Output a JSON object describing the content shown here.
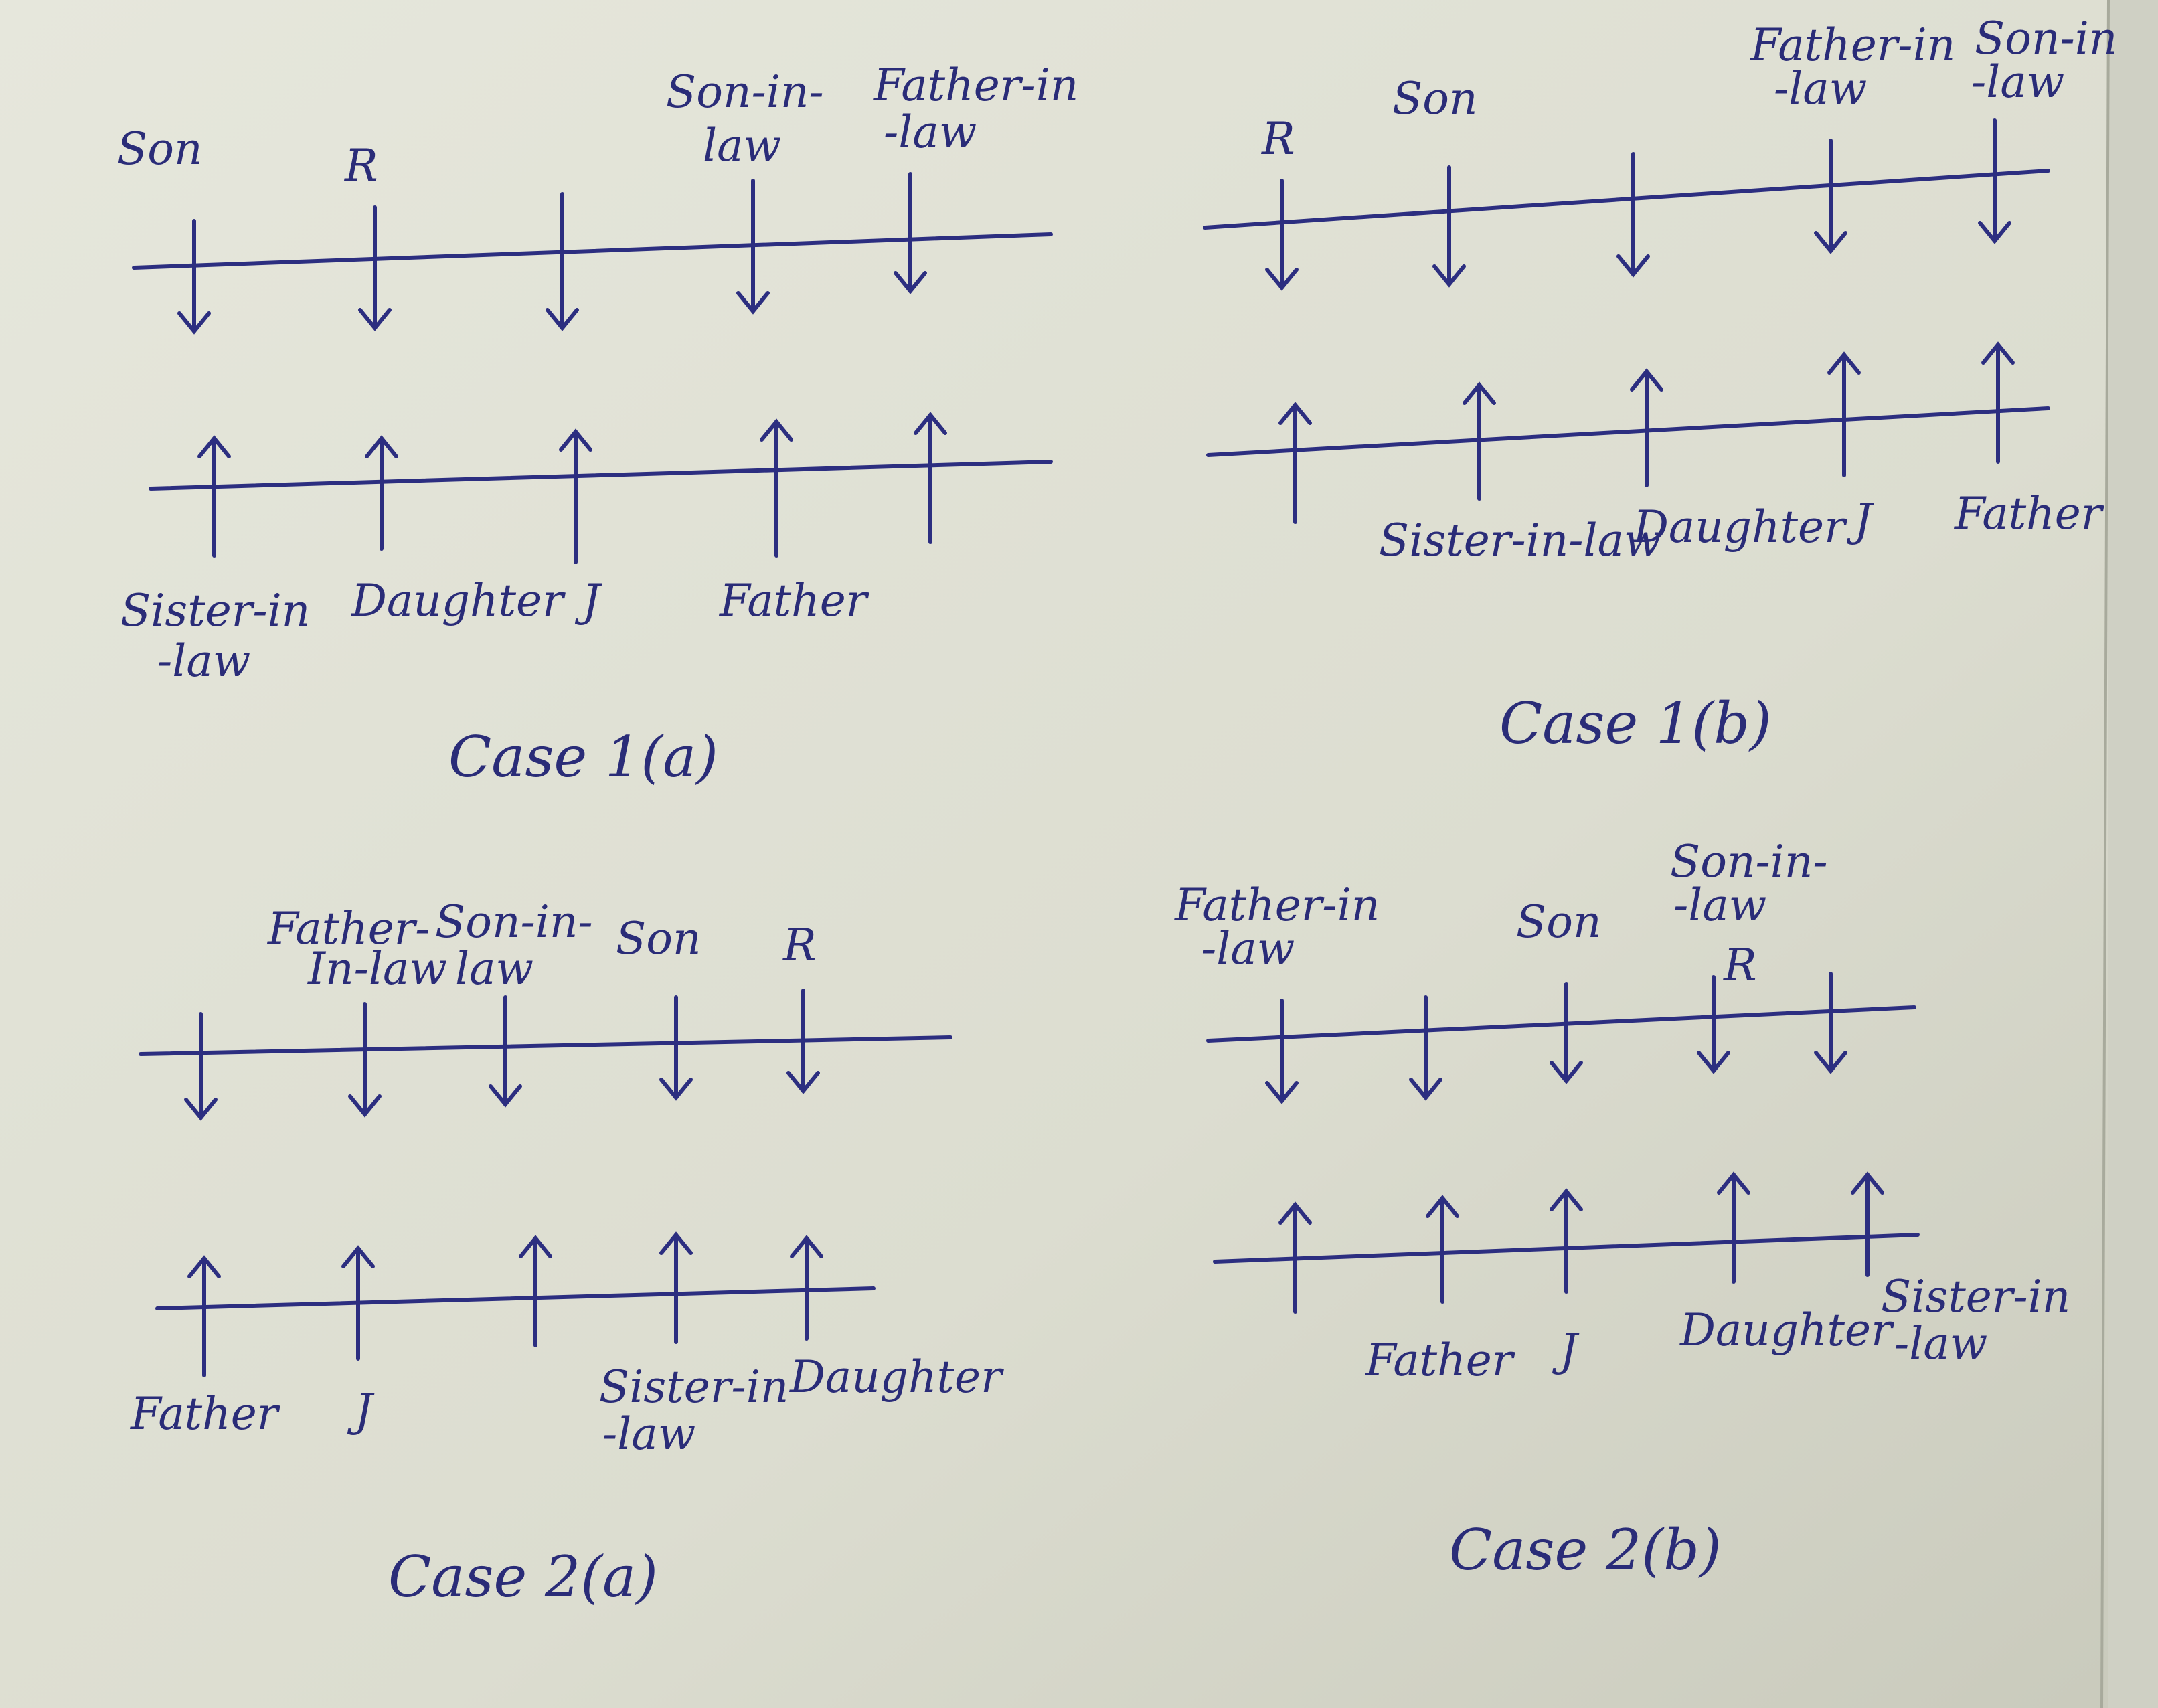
{
  "ink_color": "#2a2c78",
  "paper_color": "#dcdccf",
  "cases": [
    {
      "id": "case-1a",
      "caption": "Case 1(a)",
      "top_row": [
        {
          "label": [
            "Son"
          ]
        },
        {
          "label": [
            "R"
          ]
        },
        {
          "label": []
        },
        {
          "label": [
            "Son-in-",
            "law"
          ]
        },
        {
          "label": [
            "Father-in",
            "-law"
          ]
        }
      ],
      "bottom_row": [
        {
          "label": [
            "Sister-in",
            "-law"
          ]
        },
        {
          "label": [
            "Daughter"
          ]
        },
        {
          "label": [
            "J"
          ]
        },
        {
          "label": [
            "Father"
          ]
        },
        {
          "label": []
        }
      ]
    },
    {
      "id": "case-1b",
      "caption": "Case 1(b)",
      "top_row": [
        {
          "label": [
            "R"
          ]
        },
        {
          "label": [
            "Son"
          ]
        },
        {
          "label": []
        },
        {
          "label": [
            "Father-in",
            "-law"
          ]
        },
        {
          "label": [
            "Son-in",
            "-law"
          ]
        }
      ],
      "bottom_row": [
        {
          "label": []
        },
        {
          "label": [
            "Sister-in-law"
          ]
        },
        {
          "label": [
            "Daughter"
          ]
        },
        {
          "label": [
            "J"
          ]
        },
        {
          "label": [
            "Father"
          ]
        }
      ]
    },
    {
      "id": "case-2a",
      "caption": "Case 2(a)",
      "top_row": [
        {
          "label": []
        },
        {
          "label": [
            "Father-",
            "In-law"
          ]
        },
        {
          "label": [
            "Son-in-",
            "law"
          ]
        },
        {
          "label": [
            "Son"
          ]
        },
        {
          "label": [
            "R"
          ]
        }
      ],
      "bottom_row": [
        {
          "label": [
            "Father"
          ]
        },
        {
          "label": [
            "J"
          ]
        },
        {
          "label": []
        },
        {
          "label": [
            "Sister-in",
            "-law"
          ]
        },
        {
          "label": [
            "Daughter"
          ]
        }
      ]
    },
    {
      "id": "case-2b",
      "caption": "Case 2(b)",
      "top_row": [
        {
          "label": [
            "Father-in",
            "-law"
          ]
        },
        {
          "label": []
        },
        {
          "label": [
            "Son"
          ]
        },
        {
          "label": [
            "Son-in-",
            "-law",
            "R"
          ]
        },
        {
          "label": []
        }
      ],
      "bottom_row": [
        {
          "label": []
        },
        {
          "label": [
            "Father"
          ]
        },
        {
          "label": [
            "J"
          ]
        },
        {
          "label": [
            "Daughter"
          ]
        },
        {
          "label": [
            "Sister-in",
            "-law"
          ]
        }
      ]
    }
  ]
}
